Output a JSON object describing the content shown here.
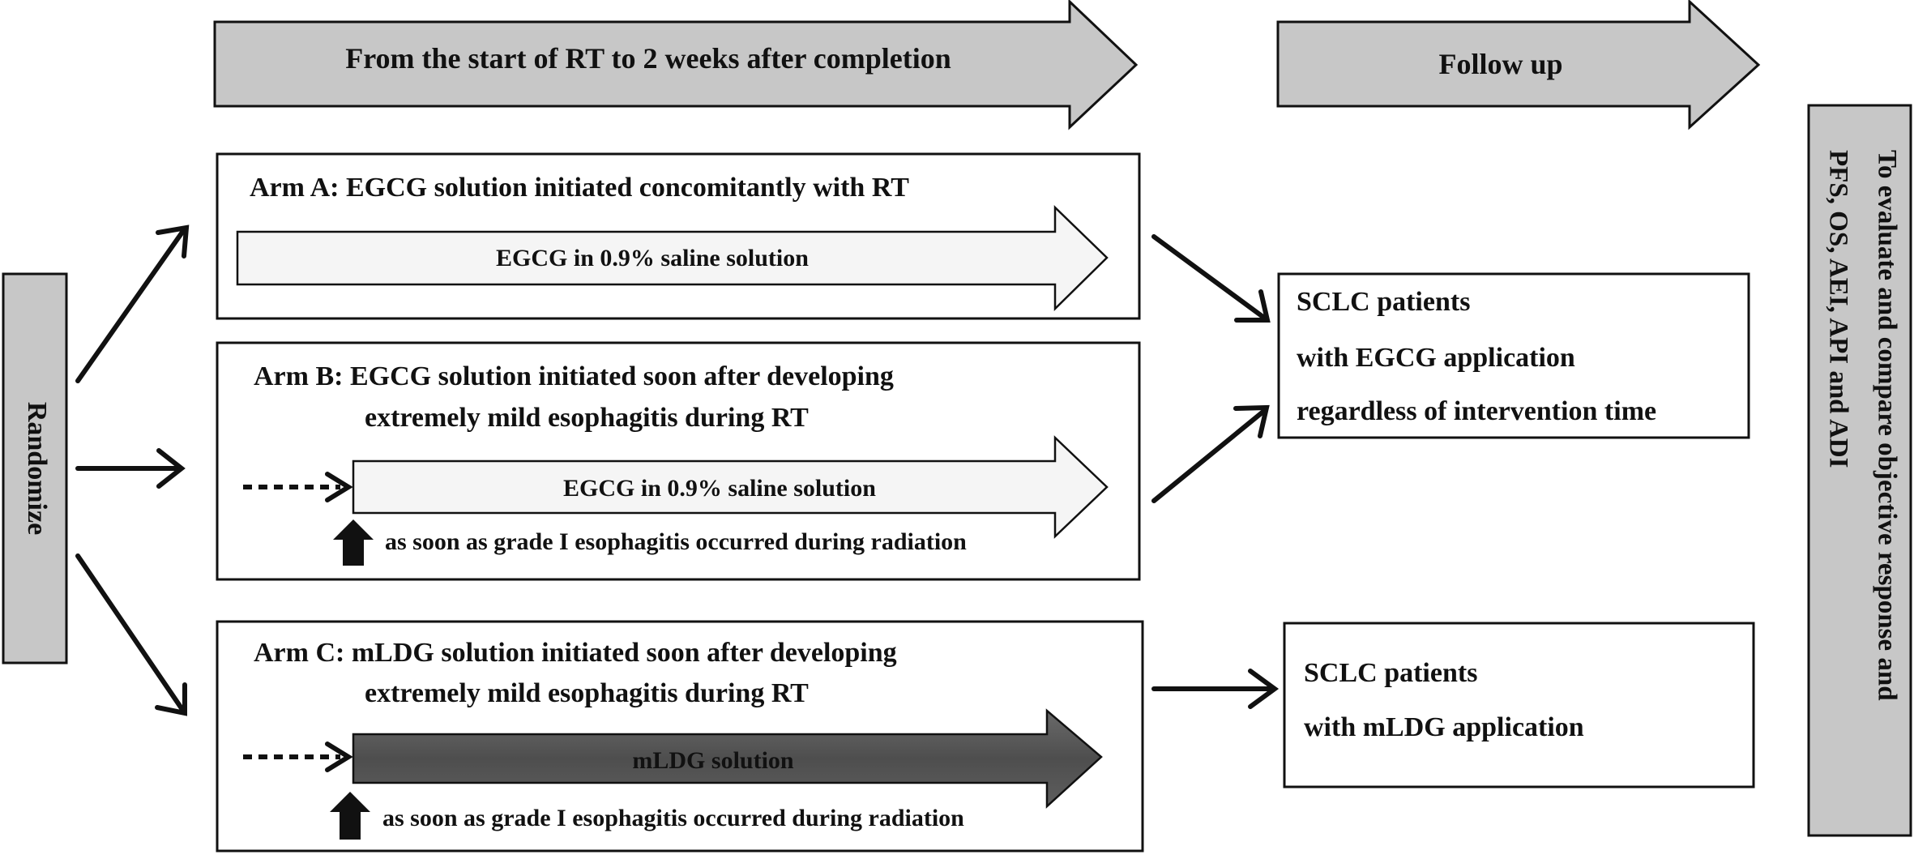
{
  "phases": {
    "treatment": "From the start of RT to 2 weeks after completion",
    "follow_up": "Follow up"
  },
  "randomize": "Randomize",
  "arms": [
    {
      "title_line1": "Arm A: EGCG solution initiated concomitantly with RT",
      "title_line2": "",
      "intervention": "EGCG in 0.9% saline solution",
      "trigger": ""
    },
    {
      "title_line1": "Arm B: EGCG solution initiated soon after developing",
      "title_line2": "extremely mild esophagitis during RT",
      "intervention": "EGCG in 0.9% saline solution",
      "trigger": "as soon as grade I esophagitis occurred during radiation"
    },
    {
      "title_line1": "Arm C: mLDG solution initiated soon after developing",
      "title_line2": "extremely mild esophagitis during RT",
      "intervention": "mLDG solution",
      "trigger": "as soon as grade I esophagitis occurred during radiation"
    }
  ],
  "outcome_groups": [
    {
      "lines": [
        "SCLC patients",
        "with EGCG application",
        "regardless of intervention time"
      ]
    },
    {
      "lines": [
        "SCLC patients",
        "with mLDG application"
      ]
    }
  ],
  "endpoint": {
    "line1": "To evaluate and compare objective response and",
    "line2": "PFS, OS, AEI, API and ADI"
  },
  "colors": {
    "phase_fill": "#c7c7c7",
    "light_arrow_fill": "#f5f5f5",
    "dark_arrow_fill": "#555555",
    "stroke": "#111111"
  }
}
